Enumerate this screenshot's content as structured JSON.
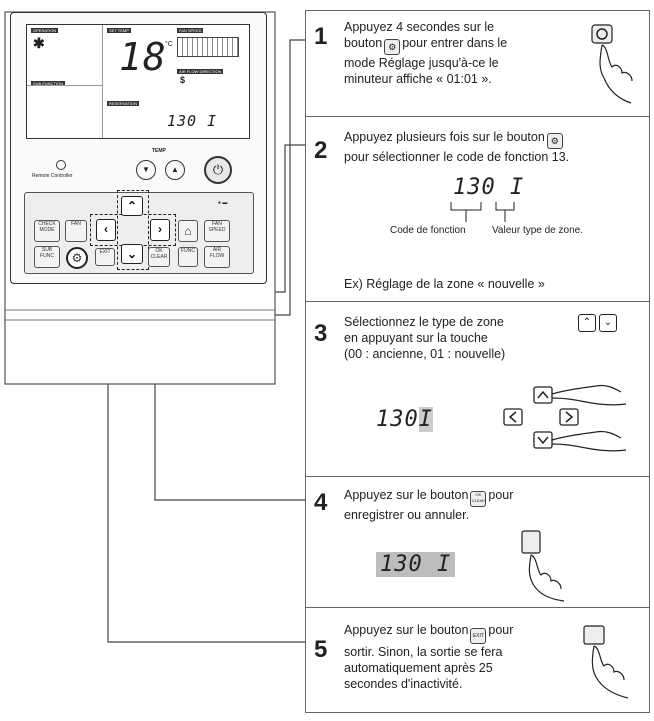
{
  "remote": {
    "lcd_labels": {
      "operation": "OPERATION",
      "set_temp": "SET TEMP",
      "fan_speed": "FAN SPEED",
      "air_flow": "AIR FLOW DIRECTION",
      "sub_function": "SUB FUNCTION",
      "reservation": "RESERVATION"
    },
    "temp_value": "18",
    "temp_unit": "°C",
    "reservation_value": "130 I",
    "temp_label": "TEMP",
    "sensor_label": "Remote Controller",
    "buttons": {
      "mode": "CHECK MODE",
      "sub_func": "SUB FUNC",
      "fan": "FAN",
      "exit": "EXIT",
      "ok_clear": "OK CLEAR",
      "function": "FUNC",
      "fan_speed": "FAN SPEED",
      "air_flow": "AIR FLOW"
    }
  },
  "steps": [
    {
      "number": "1",
      "text_a": "Appuyez 4 secondes sur le",
      "text_b": "bouton",
      "text_c": "pour entrer dans le",
      "text_d": "mode Réglage jusqu'à-ce le",
      "text_e": "minuteur affiche « 01:01 »."
    },
    {
      "number": "2",
      "text_a": "Appuyez plusieurs fois sur le bouton",
      "text_b": "pour sélectionner le code de fonction 13.",
      "display": "130 I",
      "label_code": "Code de fonction",
      "label_value": "Valeur type de zone.",
      "example": "Ex) Réglage de la zone « nouvelle »"
    },
    {
      "number": "3",
      "text_a": "Sélectionnez le type de zone",
      "text_b": "en appuyant sur la touche",
      "text_c": "(00 : ancienne, 01 : nouvelle)",
      "display_main": "130",
      "display_blink": "I"
    },
    {
      "number": "4",
      "text_a": "Appuyez sur le bouton",
      "text_b": "pour",
      "text_c": "enregistrer ou annuler.",
      "display": "130 I"
    },
    {
      "number": "5",
      "text_a": "Appuyez sur le bouton",
      "text_b": "pour",
      "text_c": "sortir. Sinon, la sortie se fera",
      "text_d": "automatiquement après 25",
      "text_e": "secondes d'inactivité."
    }
  ],
  "icons": {
    "up": "▲",
    "down": "▼",
    "left": "◀",
    "right": "▶",
    "chev_up": "⌃",
    "chev_down": "⌄",
    "chev_left": "‹",
    "chev_right": "›",
    "power": "⏻",
    "gear": "⚙",
    "snow": "✱",
    "house": "⌂"
  }
}
